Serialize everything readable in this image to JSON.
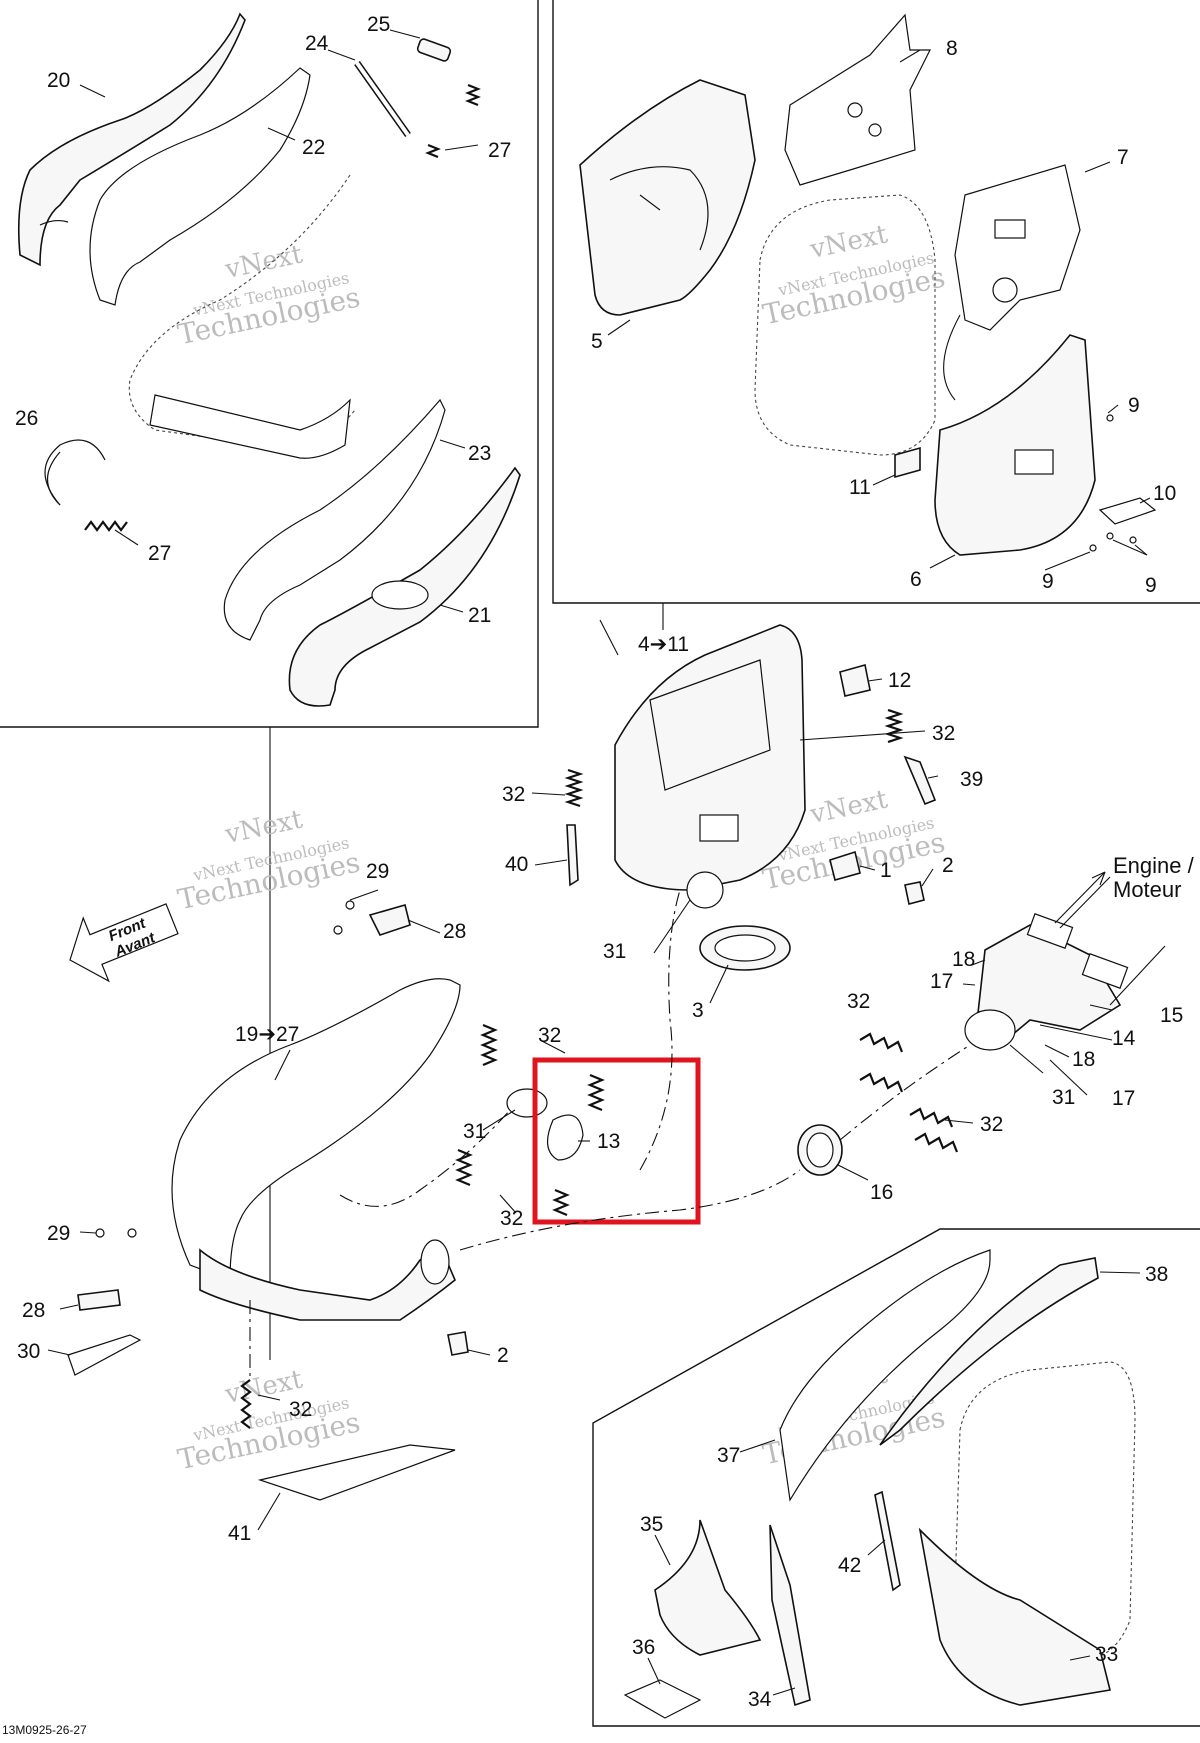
{
  "diagram": {
    "document_code": "13M0925-26-27",
    "watermark": {
      "line1": "vNext",
      "line2": "vNext Technologies",
      "line3": "Technologies"
    },
    "front_arrow": {
      "line1": "Front",
      "line2": "Avant"
    },
    "engine_label": {
      "line1": "Engine /",
      "line2": "Moteur"
    },
    "labels": {
      "p20": "20",
      "p22": "22",
      "p24": "24",
      "p25": "25",
      "p27a": "27",
      "p26": "26",
      "p27b": "27",
      "p23": "23",
      "p21": "21",
      "p8": "8",
      "p7": "7",
      "p5": "5",
      "p9a": "9",
      "p10": "10",
      "p11": "11",
      "p6": "6",
      "p9b": "9",
      "p9c": "9",
      "p4to11": "4➔11",
      "p12": "12",
      "p32a": "32",
      "p39": "39",
      "p32b": "32",
      "p40": "40",
      "p1": "1",
      "p2a": "2",
      "p31a": "31",
      "p3": "3",
      "p29a": "29",
      "p28a": "28",
      "p18a": "18",
      "p17a": "17",
      "p15": "15",
      "p14": "14",
      "p18b": "18",
      "p17b": "17",
      "p31c": "31",
      "p19to27": "19➔27",
      "p32c": "32",
      "p31b": "31",
      "p13": "13",
      "p32d": "32",
      "p32e": "32",
      "p32f": "32",
      "p16": "16",
      "p29b": "29",
      "p28b": "28",
      "p30": "30",
      "p2b": "2",
      "p32g": "32",
      "p41": "41",
      "p38": "38",
      "p37": "37",
      "p35": "35",
      "p42": "42",
      "p36": "36",
      "p34": "34",
      "p33": "33"
    },
    "highlight_color": "#e0141e"
  }
}
